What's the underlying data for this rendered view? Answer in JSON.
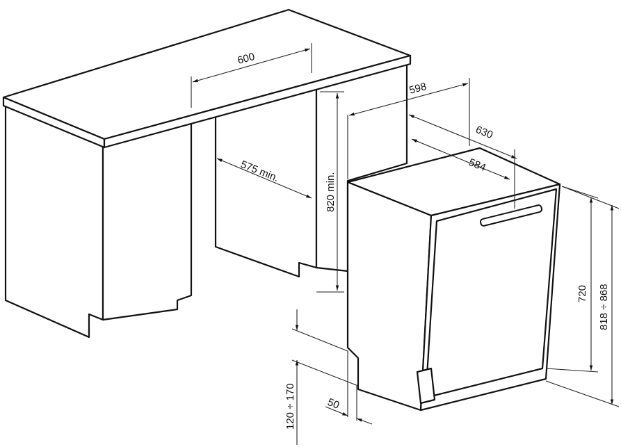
{
  "diagram": {
    "title": "Built-in dishwasher installation dimensions",
    "labels": {
      "niche_width": "600",
      "niche_depth": "575 min.",
      "niche_height": "820 min.",
      "appliance_width": "598",
      "depth_with_door": "630",
      "appliance_depth": "584",
      "door_height": "720",
      "appliance_height": "818 ÷ 868",
      "plinth_height": "120 ÷ 170",
      "plinth_offset": "50"
    }
  }
}
